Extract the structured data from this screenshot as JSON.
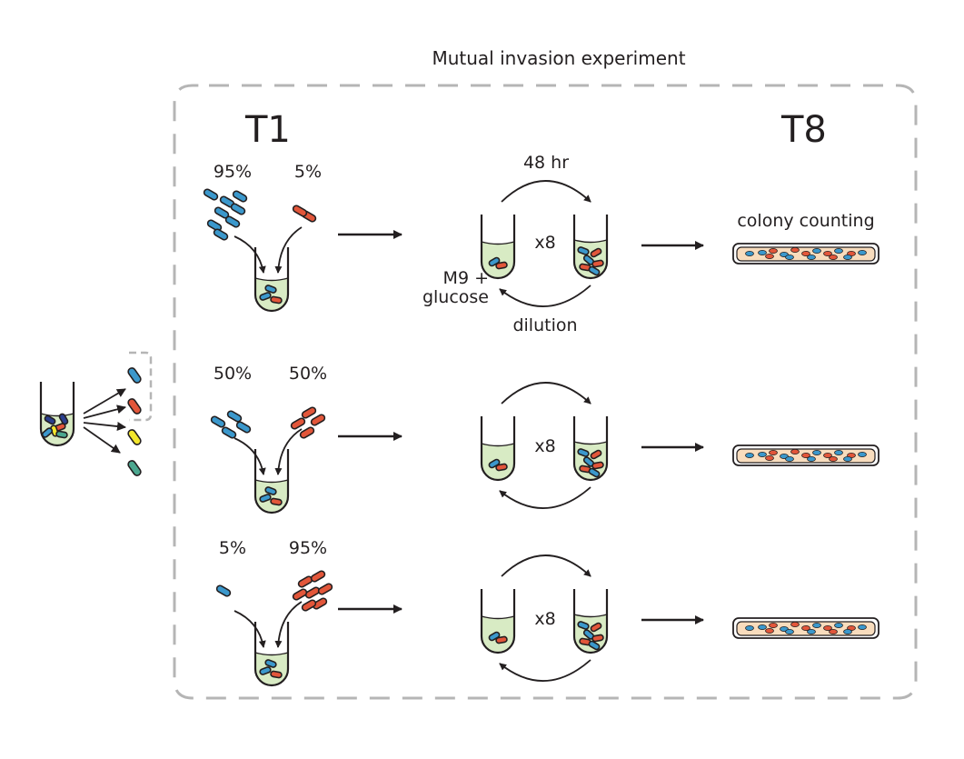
{
  "title": "Mutual invasion experiment",
  "t_start": "T1",
  "t_end": "T8",
  "rows": [
    {
      "left_pct": "95%",
      "right_pct": "5%",
      "cycles": "x8"
    },
    {
      "left_pct": "50%",
      "right_pct": "50%",
      "cycles": "x8"
    },
    {
      "left_pct": "5%",
      "right_pct": "95%",
      "cycles": "x8"
    }
  ],
  "transfer_label": "48 hr",
  "medium_label": [
    "M9 +",
    "glucose"
  ],
  "return_label": "dilution",
  "readout_label": "colony counting",
  "colors": {
    "blue": "#3b98cc",
    "red": "#e2563a",
    "yellow": "#f3e62d",
    "teal": "#4ba78f",
    "navy": "#2a3f8e",
    "media": "#d8ebc4",
    "plate": "#f8dcbd",
    "frame": "#b5b5b5",
    "ink": "#231f20"
  }
}
